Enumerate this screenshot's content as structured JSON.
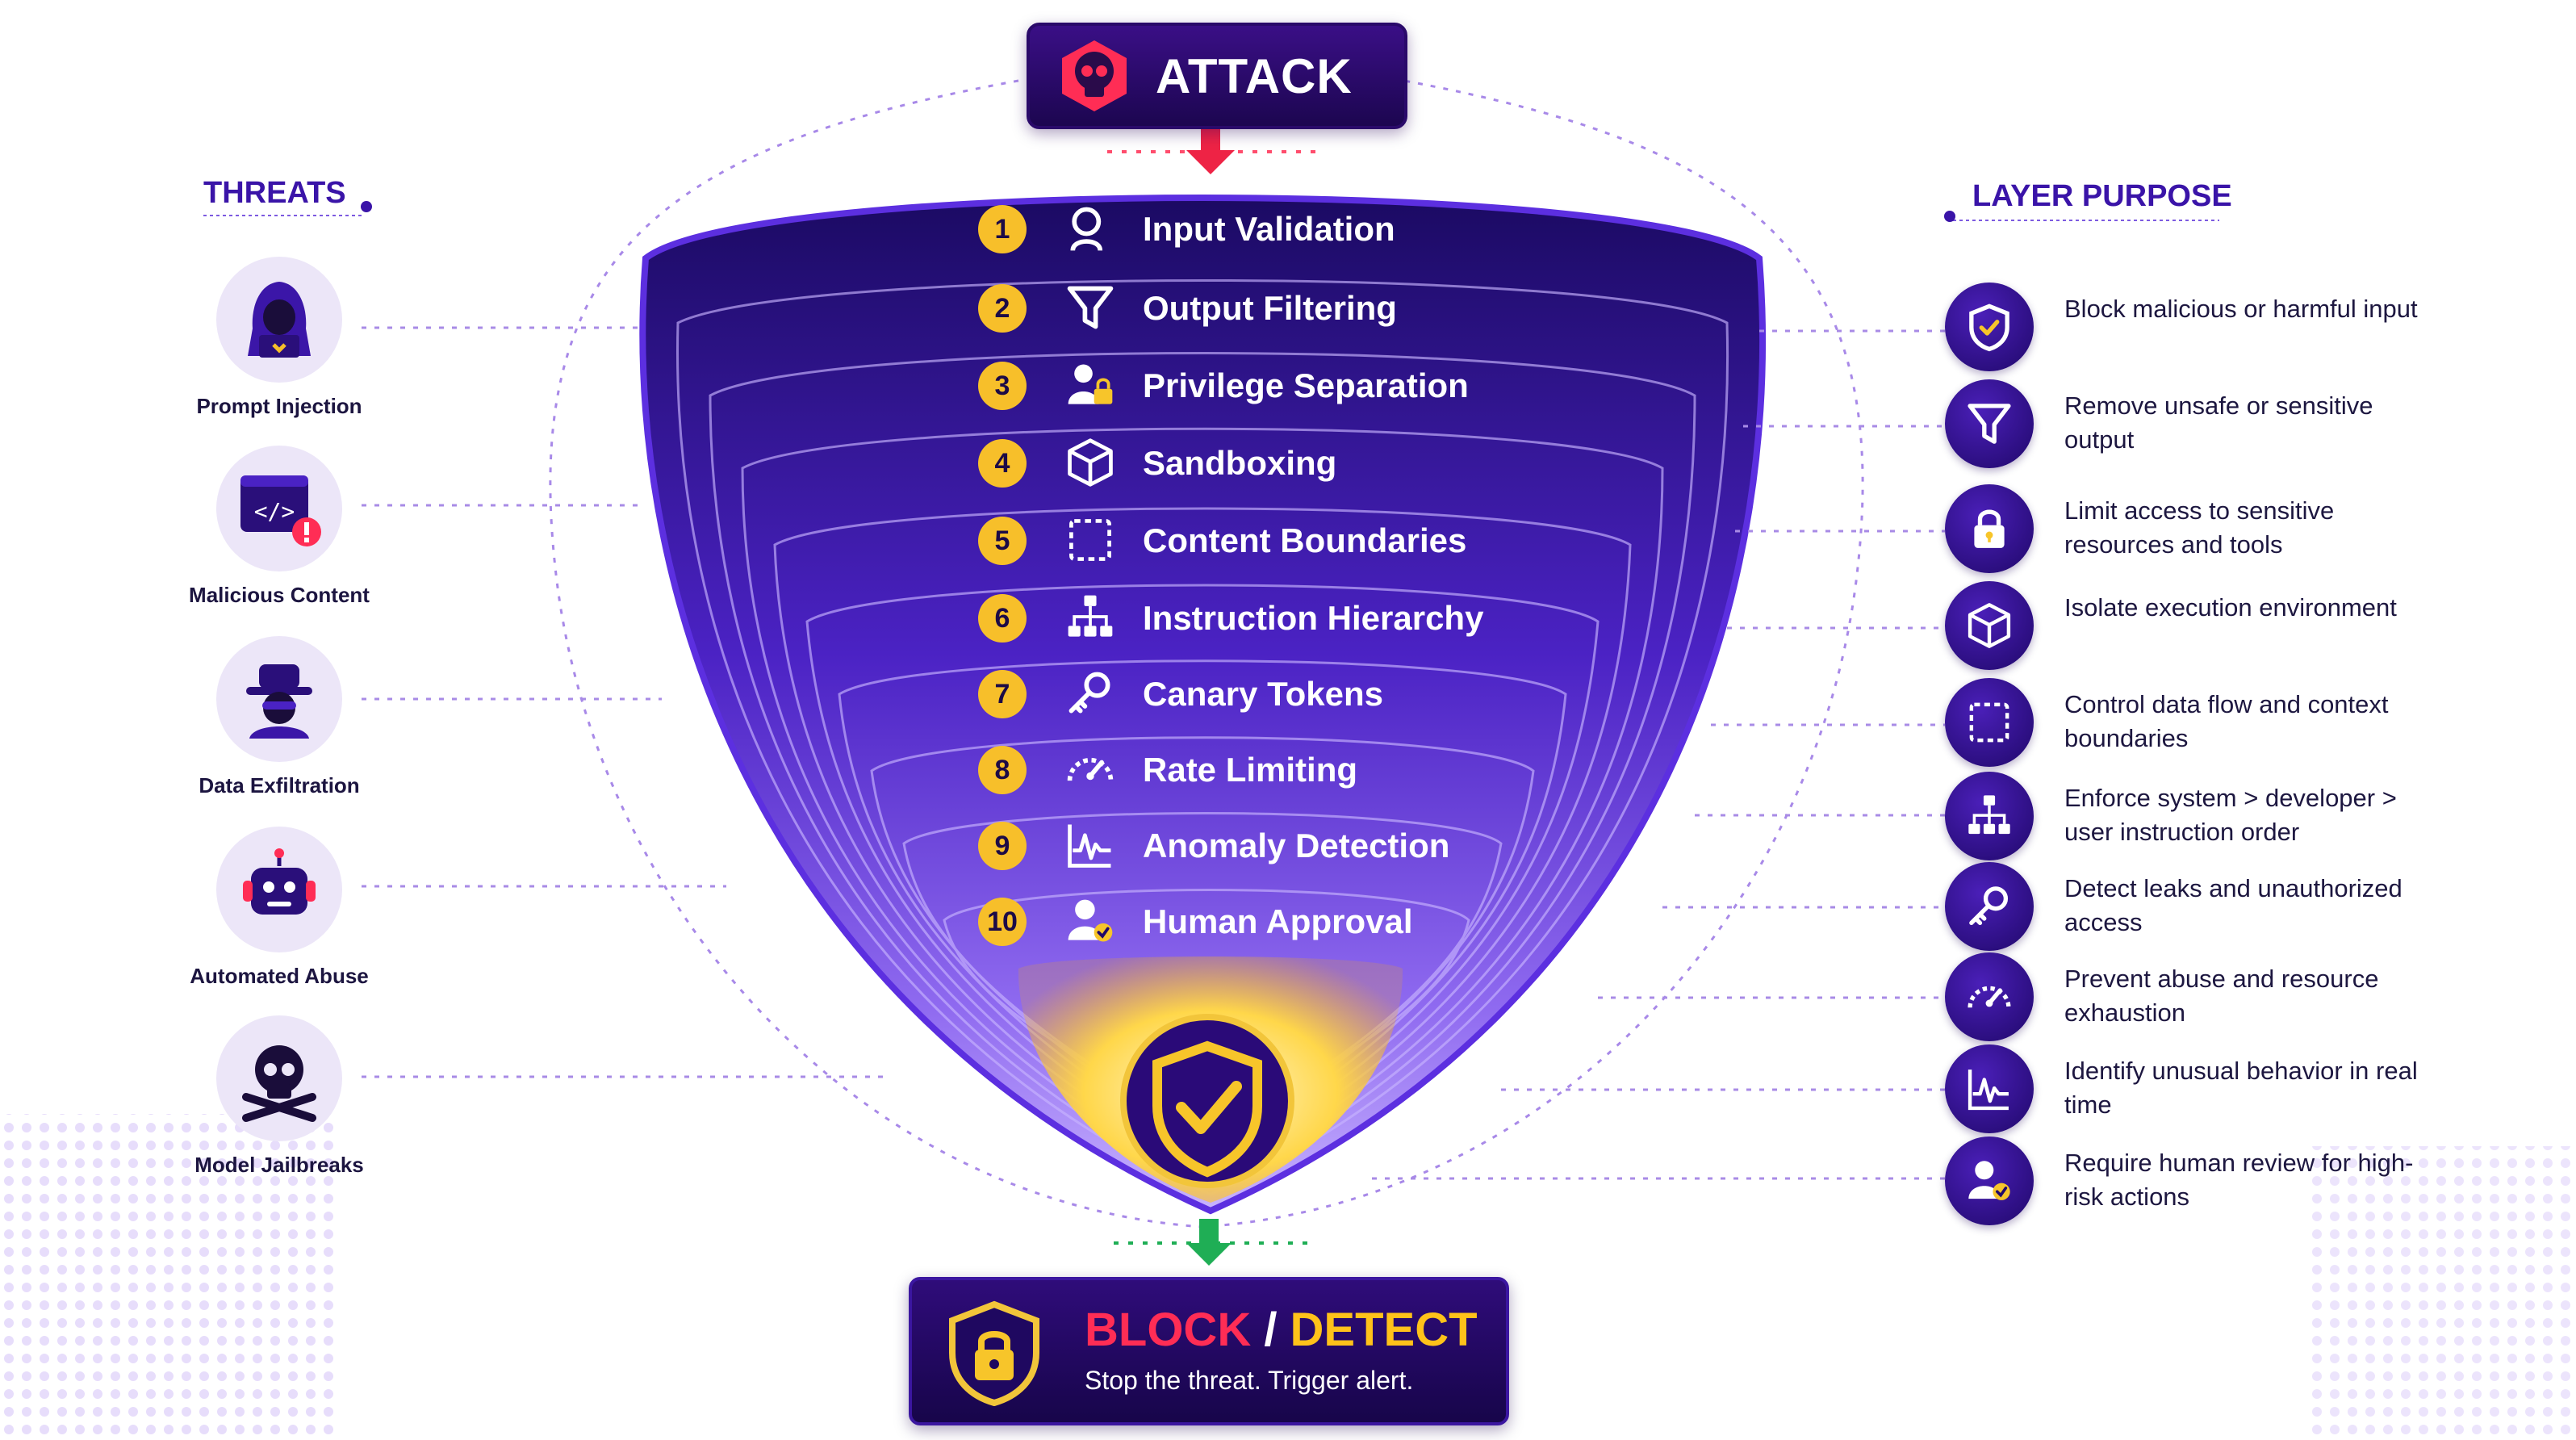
{
  "attack": {
    "label": "ATTACK",
    "icon": "skull-hexagon-icon"
  },
  "threats": {
    "heading": "THREATS",
    "items": [
      {
        "label": "Prompt Injection",
        "icon": "hooded-hacker-icon"
      },
      {
        "label": "Malicious Content",
        "icon": "code-window-alert-icon"
      },
      {
        "label": "Data Exfiltration",
        "icon": "spy-icon"
      },
      {
        "label": "Automated Abuse",
        "icon": "robot-icon"
      },
      {
        "label": "Model Jailbreaks",
        "icon": "skull-crossbones-icon"
      }
    ]
  },
  "layers": [
    {
      "number": "1",
      "label": "Input Validation",
      "icon": "search-icon"
    },
    {
      "number": "2",
      "label": "Output Filtering",
      "icon": "filter-icon"
    },
    {
      "number": "3",
      "label": "Privilege Separation",
      "icon": "user-lock-icon"
    },
    {
      "number": "4",
      "label": "Sandboxing",
      "icon": "cube-icon"
    },
    {
      "number": "5",
      "label": "Content Boundaries",
      "icon": "dashed-square-icon"
    },
    {
      "number": "6",
      "label": "Instruction Hierarchy",
      "icon": "hierarchy-icon"
    },
    {
      "number": "7",
      "label": "Canary Tokens",
      "icon": "key-icon"
    },
    {
      "number": "8",
      "label": "Rate Limiting",
      "icon": "gauge-icon"
    },
    {
      "number": "9",
      "label": "Anomaly Detection",
      "icon": "pulse-chart-icon"
    },
    {
      "number": "10",
      "label": "Human Approval",
      "icon": "user-check-icon"
    }
  ],
  "purpose": {
    "heading": "LAYER PURPOSE",
    "items": [
      {
        "text": "Block malicious or harmful input",
        "icon": "shield-check-icon"
      },
      {
        "text": "Remove unsafe or sensitive output",
        "icon": "filter-icon"
      },
      {
        "text": "Limit access to sensitive resources and tools",
        "icon": "lock-icon"
      },
      {
        "text": "Isolate execution environment",
        "icon": "cube-icon"
      },
      {
        "text": "Control data flow and context boundaries",
        "icon": "dashed-square-icon"
      },
      {
        "text": "Enforce system > developer > user instruction order",
        "icon": "hierarchy-icon"
      },
      {
        "text": "Detect leaks and unauthorized access",
        "icon": "key-icon"
      },
      {
        "text": "Prevent abuse and resource exhaustion",
        "icon": "gauge-icon"
      },
      {
        "text": "Identify unusual behavior in real time",
        "icon": "pulse-chart-icon"
      },
      {
        "text": "Require human review for high-risk actions",
        "icon": "user-check-icon"
      }
    ]
  },
  "result": {
    "block": "BLOCK",
    "separator": " / ",
    "detect": "DETECT",
    "subtitle": "Stop the threat. Trigger alert.",
    "icon": "shield-lock-icon"
  },
  "core": {
    "icon": "shield-check-icon"
  },
  "colors": {
    "accent": "#3a14a8",
    "attack": "#ff2d55",
    "badge": "#f7bf2a",
    "success": "#1fae55"
  }
}
